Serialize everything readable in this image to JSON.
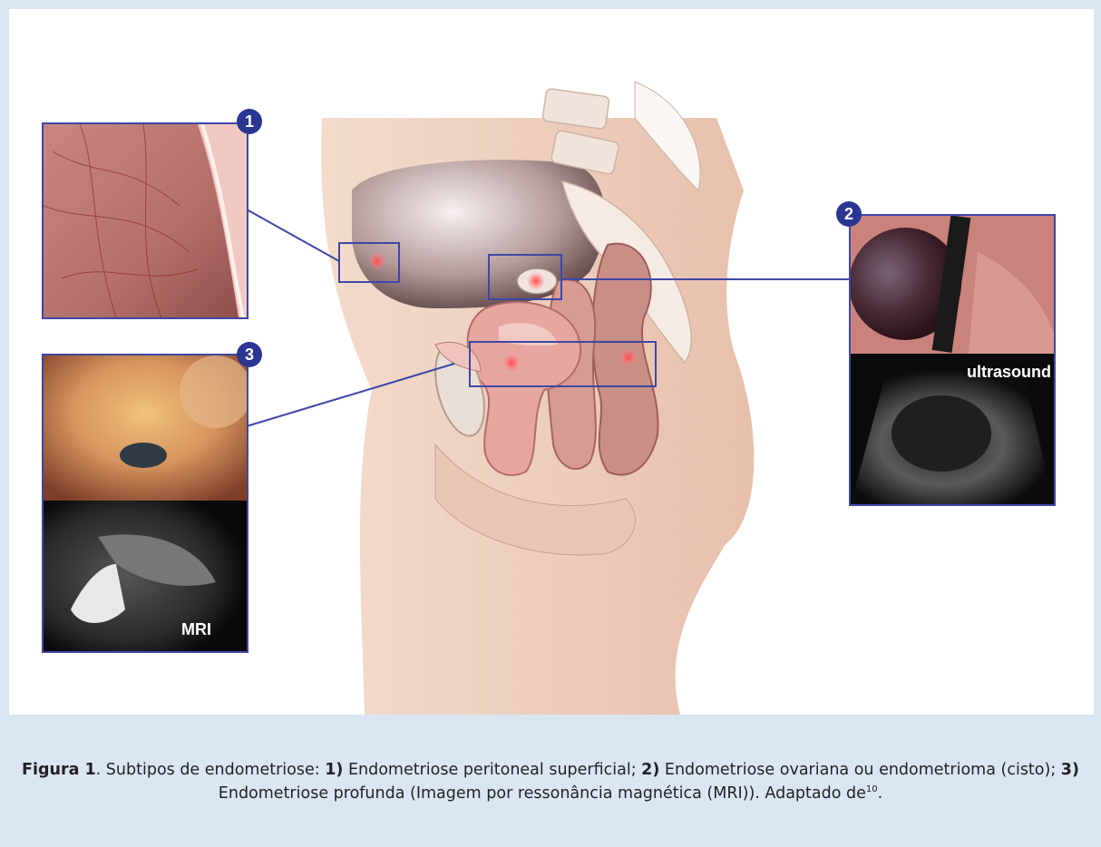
{
  "figure": {
    "callouts": [
      {
        "number": "1"
      },
      {
        "number": "2",
        "image_label": "ultrasound"
      },
      {
        "number": "3",
        "image_label": "MRI"
      }
    ],
    "caption": {
      "figure_label": "Figura 1",
      "intro": ". Subtipos de endometriose: ",
      "item1_num": "1)",
      "item1_text": " Endometriose peritoneal superficial; ",
      "item2_num": "2)",
      "item2_text": " Endometriose ovariana ou endometrioma (cisto); ",
      "item3_num": "3)",
      "item3_text": " Endometriose profunda (Imagem por ressonância magnética (MRI)). Adaptado de",
      "reference": "10",
      "end": "."
    },
    "colors": {
      "callout": "#2b3694",
      "lesion": "#ff3b3b",
      "skin": "#efd2c1",
      "background_band": "#dbe6f3"
    }
  }
}
